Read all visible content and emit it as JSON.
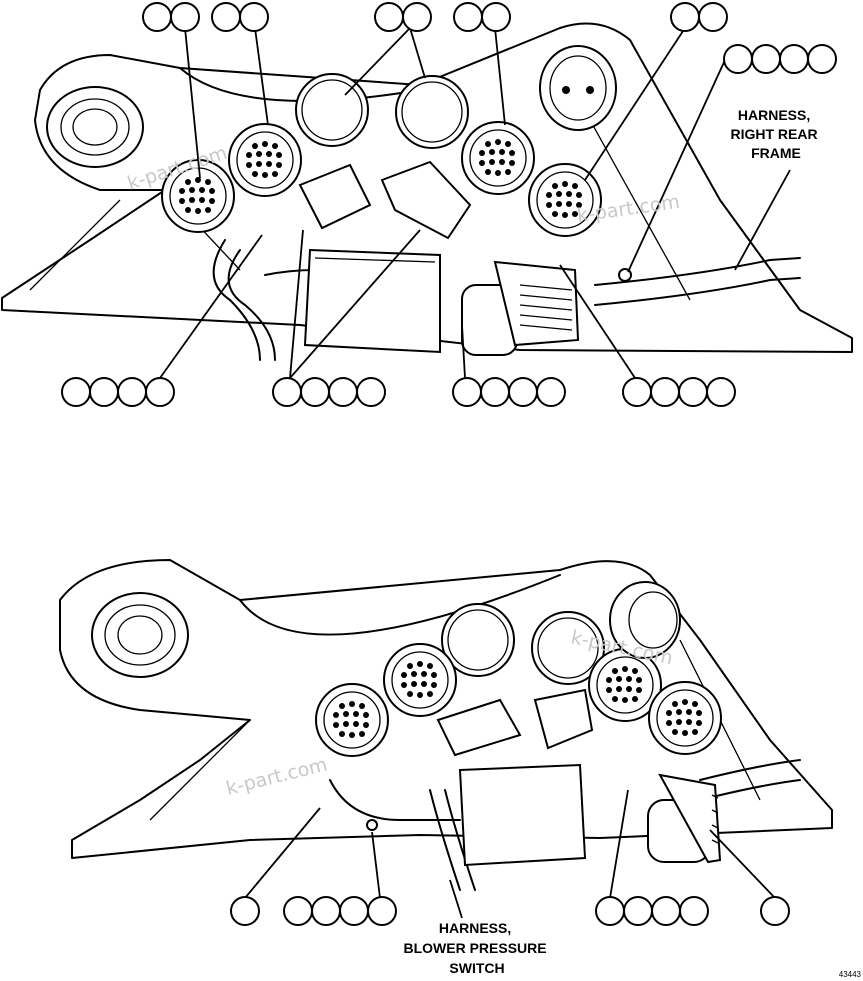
{
  "labels": {
    "harness_right_rear_frame": [
      "HARNESS,",
      "RIGHT REAR",
      "FRAME"
    ],
    "harness_blower_pressure_switch": [
      "HARNESS,",
      "BLOWER PRESSURE",
      "SWITCH"
    ]
  },
  "watermark": "k-part.com",
  "figure_number": "43443",
  "callout_groups": {
    "top": [
      2,
      2,
      2,
      2,
      2,
      4,
      4,
      4,
      4,
      4
    ],
    "bottom": [
      1,
      4,
      4,
      1
    ]
  },
  "colors": {
    "line": "#000000",
    "background": "#ffffff",
    "watermark": "#c8c8c8"
  }
}
